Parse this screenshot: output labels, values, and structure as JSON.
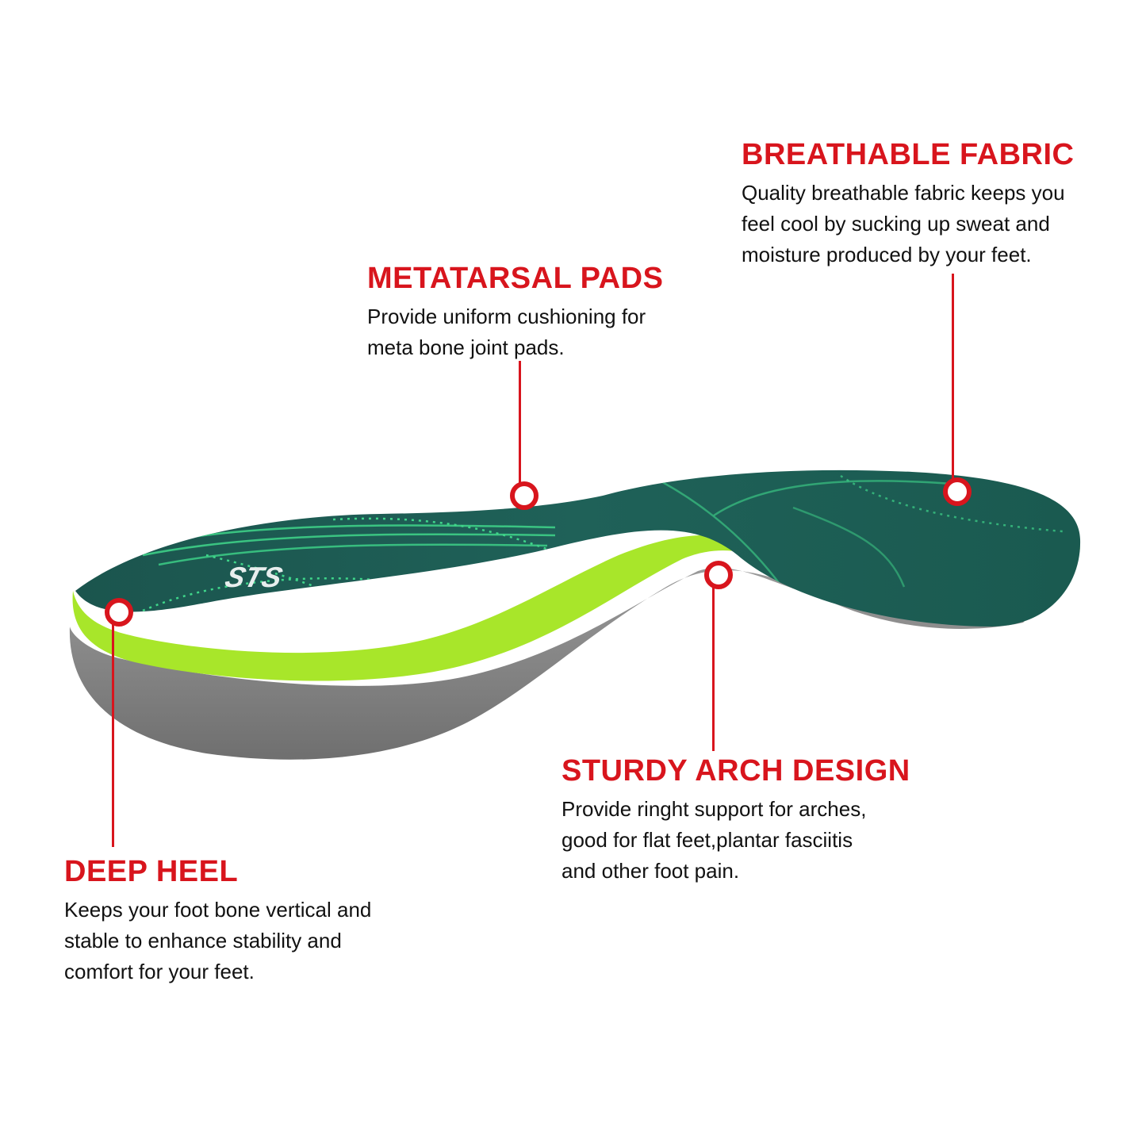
{
  "colors": {
    "accent_red": "#d8151d",
    "insole_top": "#1c5a52",
    "foam_green": "#a8e62a",
    "base_gray": "#858585"
  },
  "brand_mark": "STS",
  "features": {
    "breathable_fabric": {
      "title": "BREATHABLE FABRIC",
      "description": "Quality breathable fabric keeps you\nfeel cool by sucking up sweat and\nmoisture produced by your feet."
    },
    "metatarsal_pads": {
      "title": "METATARSAL PADS",
      "description": "Provide uniform cushioning for\nmeta bone joint pads."
    },
    "sturdy_arch": {
      "title": "STURDY ARCH DESIGN",
      "description": "Provide ringht support for arches,\ngood for  flat feet,plantar fasciitis\nand other  foot pain."
    },
    "deep_heel": {
      "title": "DEEP HEEL",
      "description": "Keeps your foot bone vertical and\nstable to enhance stability and\ncomfort for your feet."
    }
  }
}
